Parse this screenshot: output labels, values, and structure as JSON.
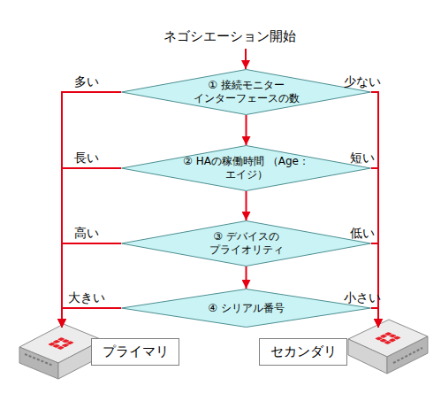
{
  "diagram": {
    "title": "ネゴシエーション開始",
    "nodes": [
      {
        "text": [
          "① 接続モニター インターフェースの数"
        ]
      },
      {
        "text": [
          "② HAの稼働時間 （Age：エイジ）"
        ]
      },
      {
        "text": [
          "③ デバイスの プライオリティ"
        ]
      },
      {
        "text": [
          "④ シリアル番号"
        ]
      },
      {
        "text": [
          "プライマリ"
        ]
      },
      {
        "text": [
          "セカンダリ"
        ]
      }
    ],
    "edges": [
      {
        "from": 0,
        "to": 1,
        "arrow": "to"
      },
      {
        "from": 1,
        "to": 2,
        "arrow": "to"
      },
      {
        "from": 2,
        "to": 3,
        "arrow": "to"
      },
      {
        "from": 0,
        "to": 4,
        "label": "多い",
        "arrow": "to"
      },
      {
        "from": 1,
        "to": 4,
        "label": "長い",
        "arrow": "to"
      },
      {
        "from": 2,
        "to": 4,
        "label": "高い",
        "arrow": "to"
      },
      {
        "from": 3,
        "to": 4,
        "label": "大きい",
        "arrow": "to"
      },
      {
        "from": 0,
        "to": 5,
        "label": "少ない",
        "arrow": "to"
      },
      {
        "from": 1,
        "to": 5,
        "label": "短い",
        "arrow": "to"
      },
      {
        "from": 2,
        "to": 5,
        "label": "低い",
        "arrow": "to"
      },
      {
        "from": 3,
        "to": 5,
        "label": "小さい",
        "arrow": "to"
      }
    ]
  }
}
